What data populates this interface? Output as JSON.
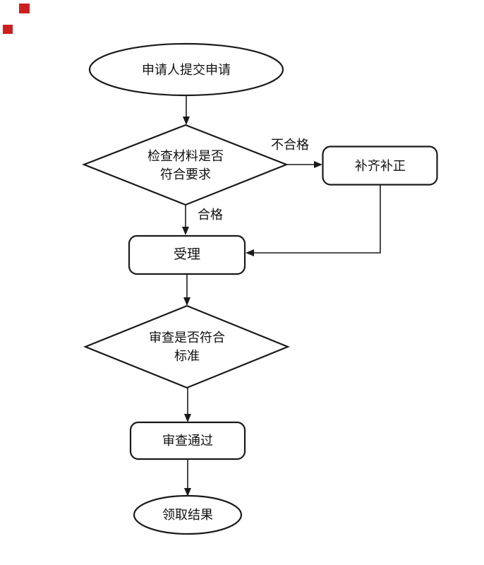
{
  "page": {
    "background": "#ffffff"
  },
  "diagram": {
    "type": "flowchart",
    "nodes": {
      "start": {
        "shape": "ellipse",
        "label": "申请人提交申请"
      },
      "check": {
        "shape": "decision",
        "label": "检查材料是否\n符合要求"
      },
      "supplement": {
        "shape": "process",
        "label": "补齐补正"
      },
      "accept": {
        "shape": "process",
        "label": "受理"
      },
      "review": {
        "shape": "decision",
        "label": "审查是否符合\n标准"
      },
      "passed": {
        "shape": "process",
        "label": "审查通过"
      },
      "end": {
        "shape": "ellipse",
        "label": "领取结果"
      }
    },
    "edges": {
      "fail_label": "不合格",
      "pass_label": "合格",
      "connections": [
        {
          "from": "start",
          "to": "check",
          "label": ""
        },
        {
          "from": "check",
          "to": "supplement",
          "label": "不合格"
        },
        {
          "from": "check",
          "to": "accept",
          "label": "合格"
        },
        {
          "from": "supplement",
          "to": "accept",
          "label": ""
        },
        {
          "from": "accept",
          "to": "review",
          "label": ""
        },
        {
          "from": "review",
          "to": "passed",
          "label": ""
        },
        {
          "from": "passed",
          "to": "end",
          "label": ""
        }
      ]
    },
    "colors": {
      "stroke": "#1a1a1a",
      "text": "#111111",
      "node_fill": "#ffffff",
      "marker_red": "#cc2020"
    }
  }
}
